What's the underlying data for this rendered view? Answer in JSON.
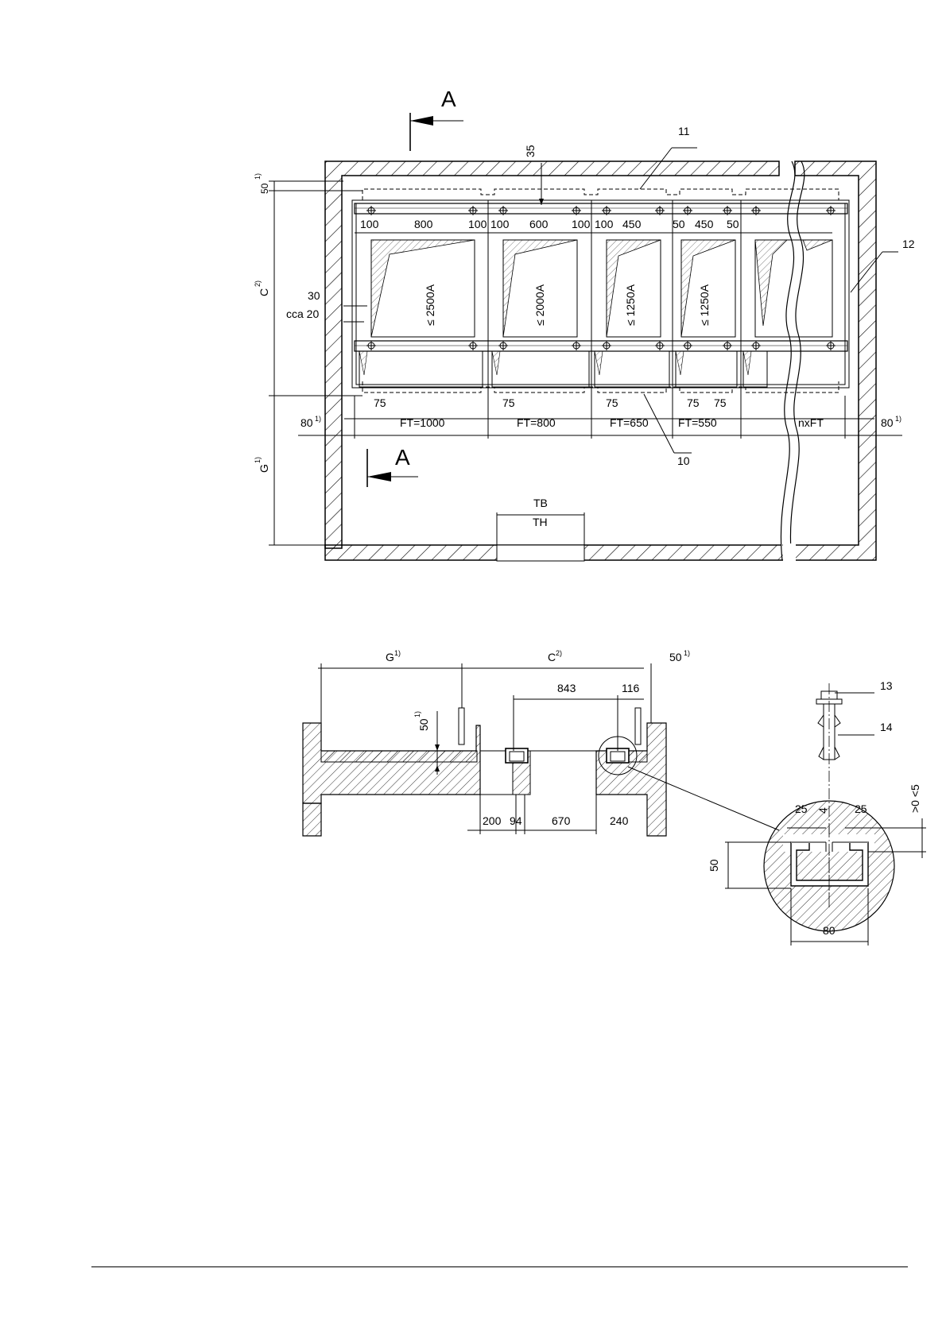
{
  "plan": {
    "section_marker": "A",
    "ref_11": "11",
    "ref_12": "12",
    "ref_10": "10",
    "dim_35": "35",
    "dim_50_top": "50",
    "sup_1": "1)",
    "sup_2": "2)",
    "dim_C": "C",
    "dim_G": "G",
    "dim_30": "30",
    "dim_cca20": "cca 20",
    "dim_80_left": "80",
    "dim_80_right": "80",
    "panel_dims": [
      "100",
      "800",
      "100",
      "100",
      "600",
      "100",
      "100",
      "450",
      "50",
      "450",
      "50"
    ],
    "ratings": [
      "≤ 2500A",
      "≤ 2000A",
      "≤ 1250A",
      "≤ 1250A"
    ],
    "offsets_75": [
      "75",
      "75",
      "75",
      "75",
      "75"
    ],
    "widths": [
      "FT=1000",
      "FT=800",
      "FT=650",
      "FT=550",
      "nxFT"
    ],
    "trench_TB": "TB",
    "trench_TH": "TH"
  },
  "section": {
    "dim_G": "G",
    "dim_C": "C",
    "dim_50": "50",
    "dim_50_vert": "50",
    "sup_1": "1)",
    "sup_2": "2)",
    "dim_843": "843",
    "dim_116": "116",
    "dim_200": "200",
    "dim_94": "94",
    "dim_670": "670",
    "dim_240": "240"
  },
  "detail": {
    "ref_13": "13",
    "ref_14": "14",
    "dim_25_left": "25",
    "dim_4": "4",
    "dim_25_right": "25",
    "dim_gap": ">0 <5",
    "dim_50": "50",
    "dim_80": "80"
  }
}
